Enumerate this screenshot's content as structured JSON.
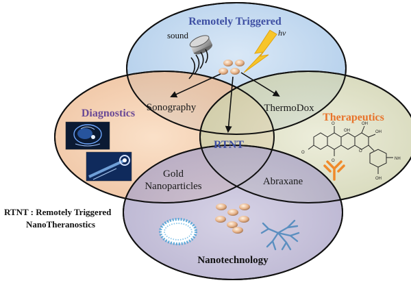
{
  "circles": {
    "top": {
      "title": "Remotely Triggered",
      "color": "#3e4fa3"
    },
    "left": {
      "title": "Diagnostics",
      "color": "#6b4a96"
    },
    "right": {
      "title": "Therapeutics",
      "color": "#e8732a"
    },
    "bottom": {
      "title": "Nanotechnology",
      "color": "#111111"
    }
  },
  "triggers": {
    "sound": "sound",
    "light": "hv"
  },
  "regions": {
    "top_left": "Sonography",
    "top_right": "ThermoDox",
    "center": "RTNT",
    "left_bottom_line1": "Gold",
    "left_bottom_line2": "Nanoparticles",
    "right_bottom": "Abraxane"
  },
  "legend": {
    "line1": "RTNT : Remotely Triggered",
    "line2": "NanoTheranostics"
  },
  "fill_colors": {
    "top": "#bcd6ee",
    "left": "#f2c198",
    "right": "#d9dbbb",
    "bottom": "#b6b0cf"
  },
  "icons": [
    "ultrasound-transducer-icon",
    "lightning-icon",
    "nanoparticle-icon",
    "brain-scan-icon",
    "endoscope-icon",
    "liposome-icon",
    "dendrimer-icon",
    "antibody-icon",
    "doxorubicin-structure-icon"
  ]
}
